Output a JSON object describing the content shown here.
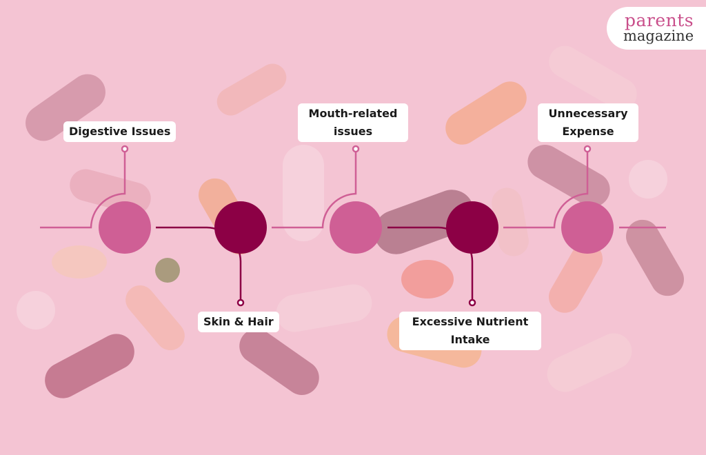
{
  "brand": {
    "name_line1": "parents",
    "name_line2": "magazine"
  },
  "nodes": [
    {
      "label": "Digestive Issues",
      "color": "#cf5f95",
      "position": "top"
    },
    {
      "label": "Skin & Hair",
      "color": "#8c0045",
      "position": "bottom"
    },
    {
      "label": "Mouth-related issues",
      "color": "#cf5f95",
      "position": "top"
    },
    {
      "label": "Excessive Nutrient Intake",
      "color": "#8c0045",
      "position": "bottom"
    },
    {
      "label": "Unnecessary Expense",
      "color": "#cf5f95",
      "position": "top"
    }
  ],
  "colors": {
    "line_light": "#cf5f95",
    "line_dark": "#8c0045",
    "overlay": "#f2c3d2",
    "label_bg": "#ffffff"
  }
}
